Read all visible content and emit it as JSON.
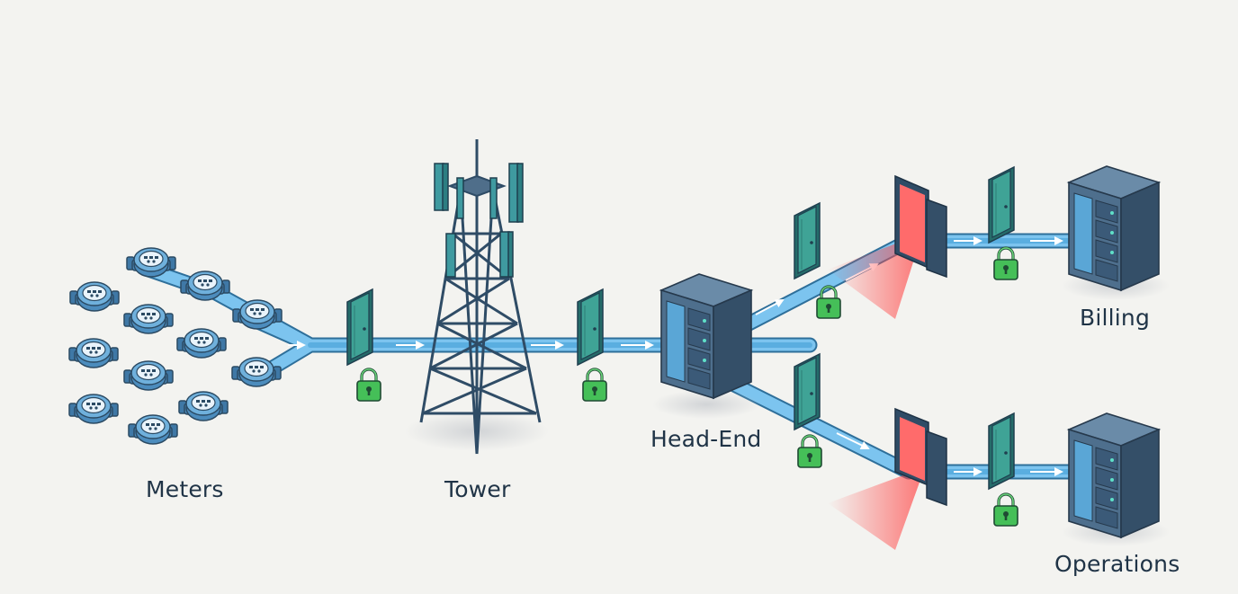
{
  "labels": {
    "meters": "Meters",
    "tower": "Tower",
    "head_end": "Head-End",
    "billing": "Billing",
    "operations": "Operations"
  },
  "colors": {
    "background": "#f3f3f0",
    "pipe": "#5aaee0",
    "pipe_outline": "#2e6f9a",
    "meter": "#5b99c6",
    "meter_dark": "#2b4a63",
    "tower": "#2f4c66",
    "antenna": "#3f9aa0",
    "door": "#3f9d93",
    "lock": "#49c35a",
    "server": "#4a6b88",
    "server_led": "#5fe0c8",
    "firewall_red": "#ff5a5a",
    "text": "#1f3346"
  }
}
